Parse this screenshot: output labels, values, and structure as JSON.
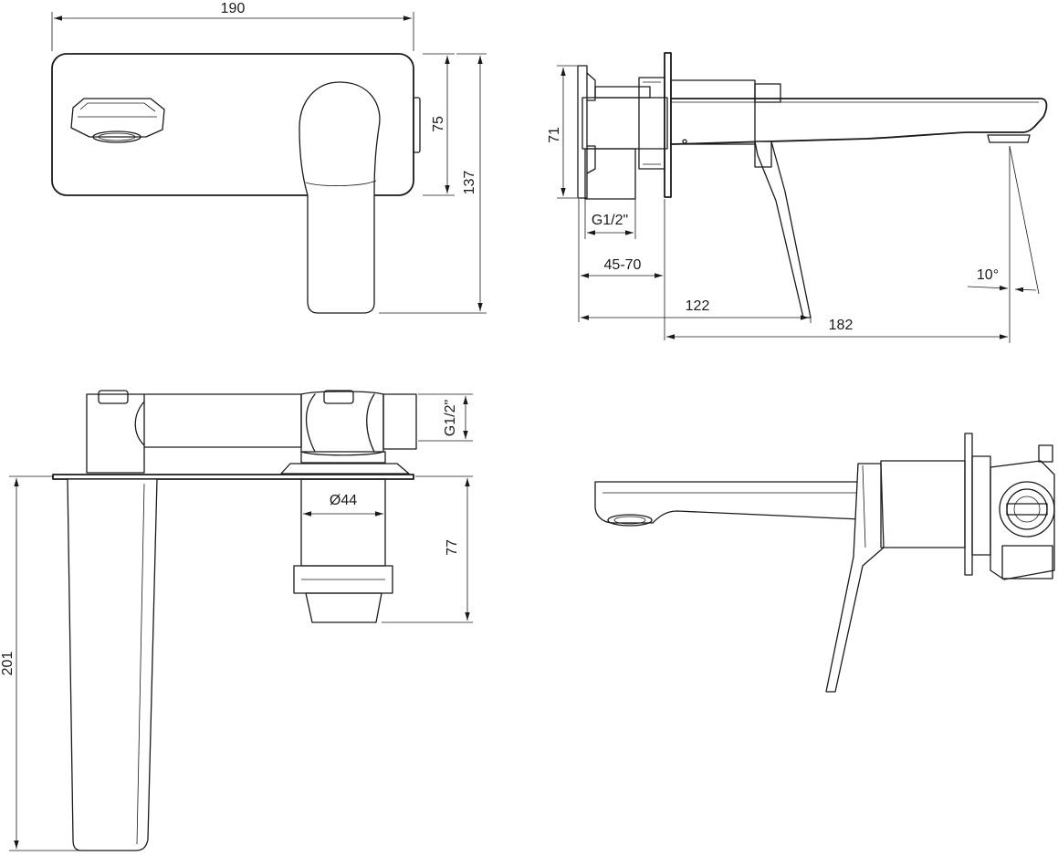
{
  "dimensions": {
    "front_width": "190",
    "front_plate_height": "75",
    "front_total_height": "137",
    "side_body_height": "71",
    "side_thread": "G1/2\"",
    "side_wall_depth": "45-70",
    "side_lever_reach": "122",
    "side_spout_reach": "182",
    "side_angle": "10°",
    "top_thread": "G1/2\"",
    "top_diameter": "Ø44",
    "top_depth": "77",
    "top_spout_length": "201"
  }
}
